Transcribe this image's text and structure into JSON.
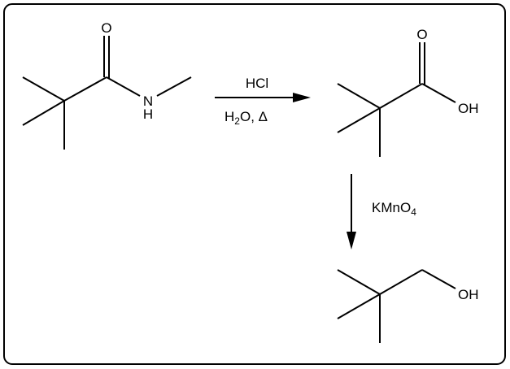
{
  "reactant": {
    "atoms": {
      "oxygen": "O",
      "nitrogen": "N",
      "hydrogen": "H"
    }
  },
  "reaction1": {
    "reagent_top": "HCl",
    "reagent_bottom_h": "H",
    "reagent_bottom_sub": "2",
    "reagent_bottom_rest": "O, Δ"
  },
  "product1": {
    "oxygen": "O",
    "hydroxyl": "OH"
  },
  "reaction2": {
    "reagent_main": "KMnO",
    "reagent_sub": "4"
  },
  "product2": {
    "hydroxyl": "OH"
  }
}
